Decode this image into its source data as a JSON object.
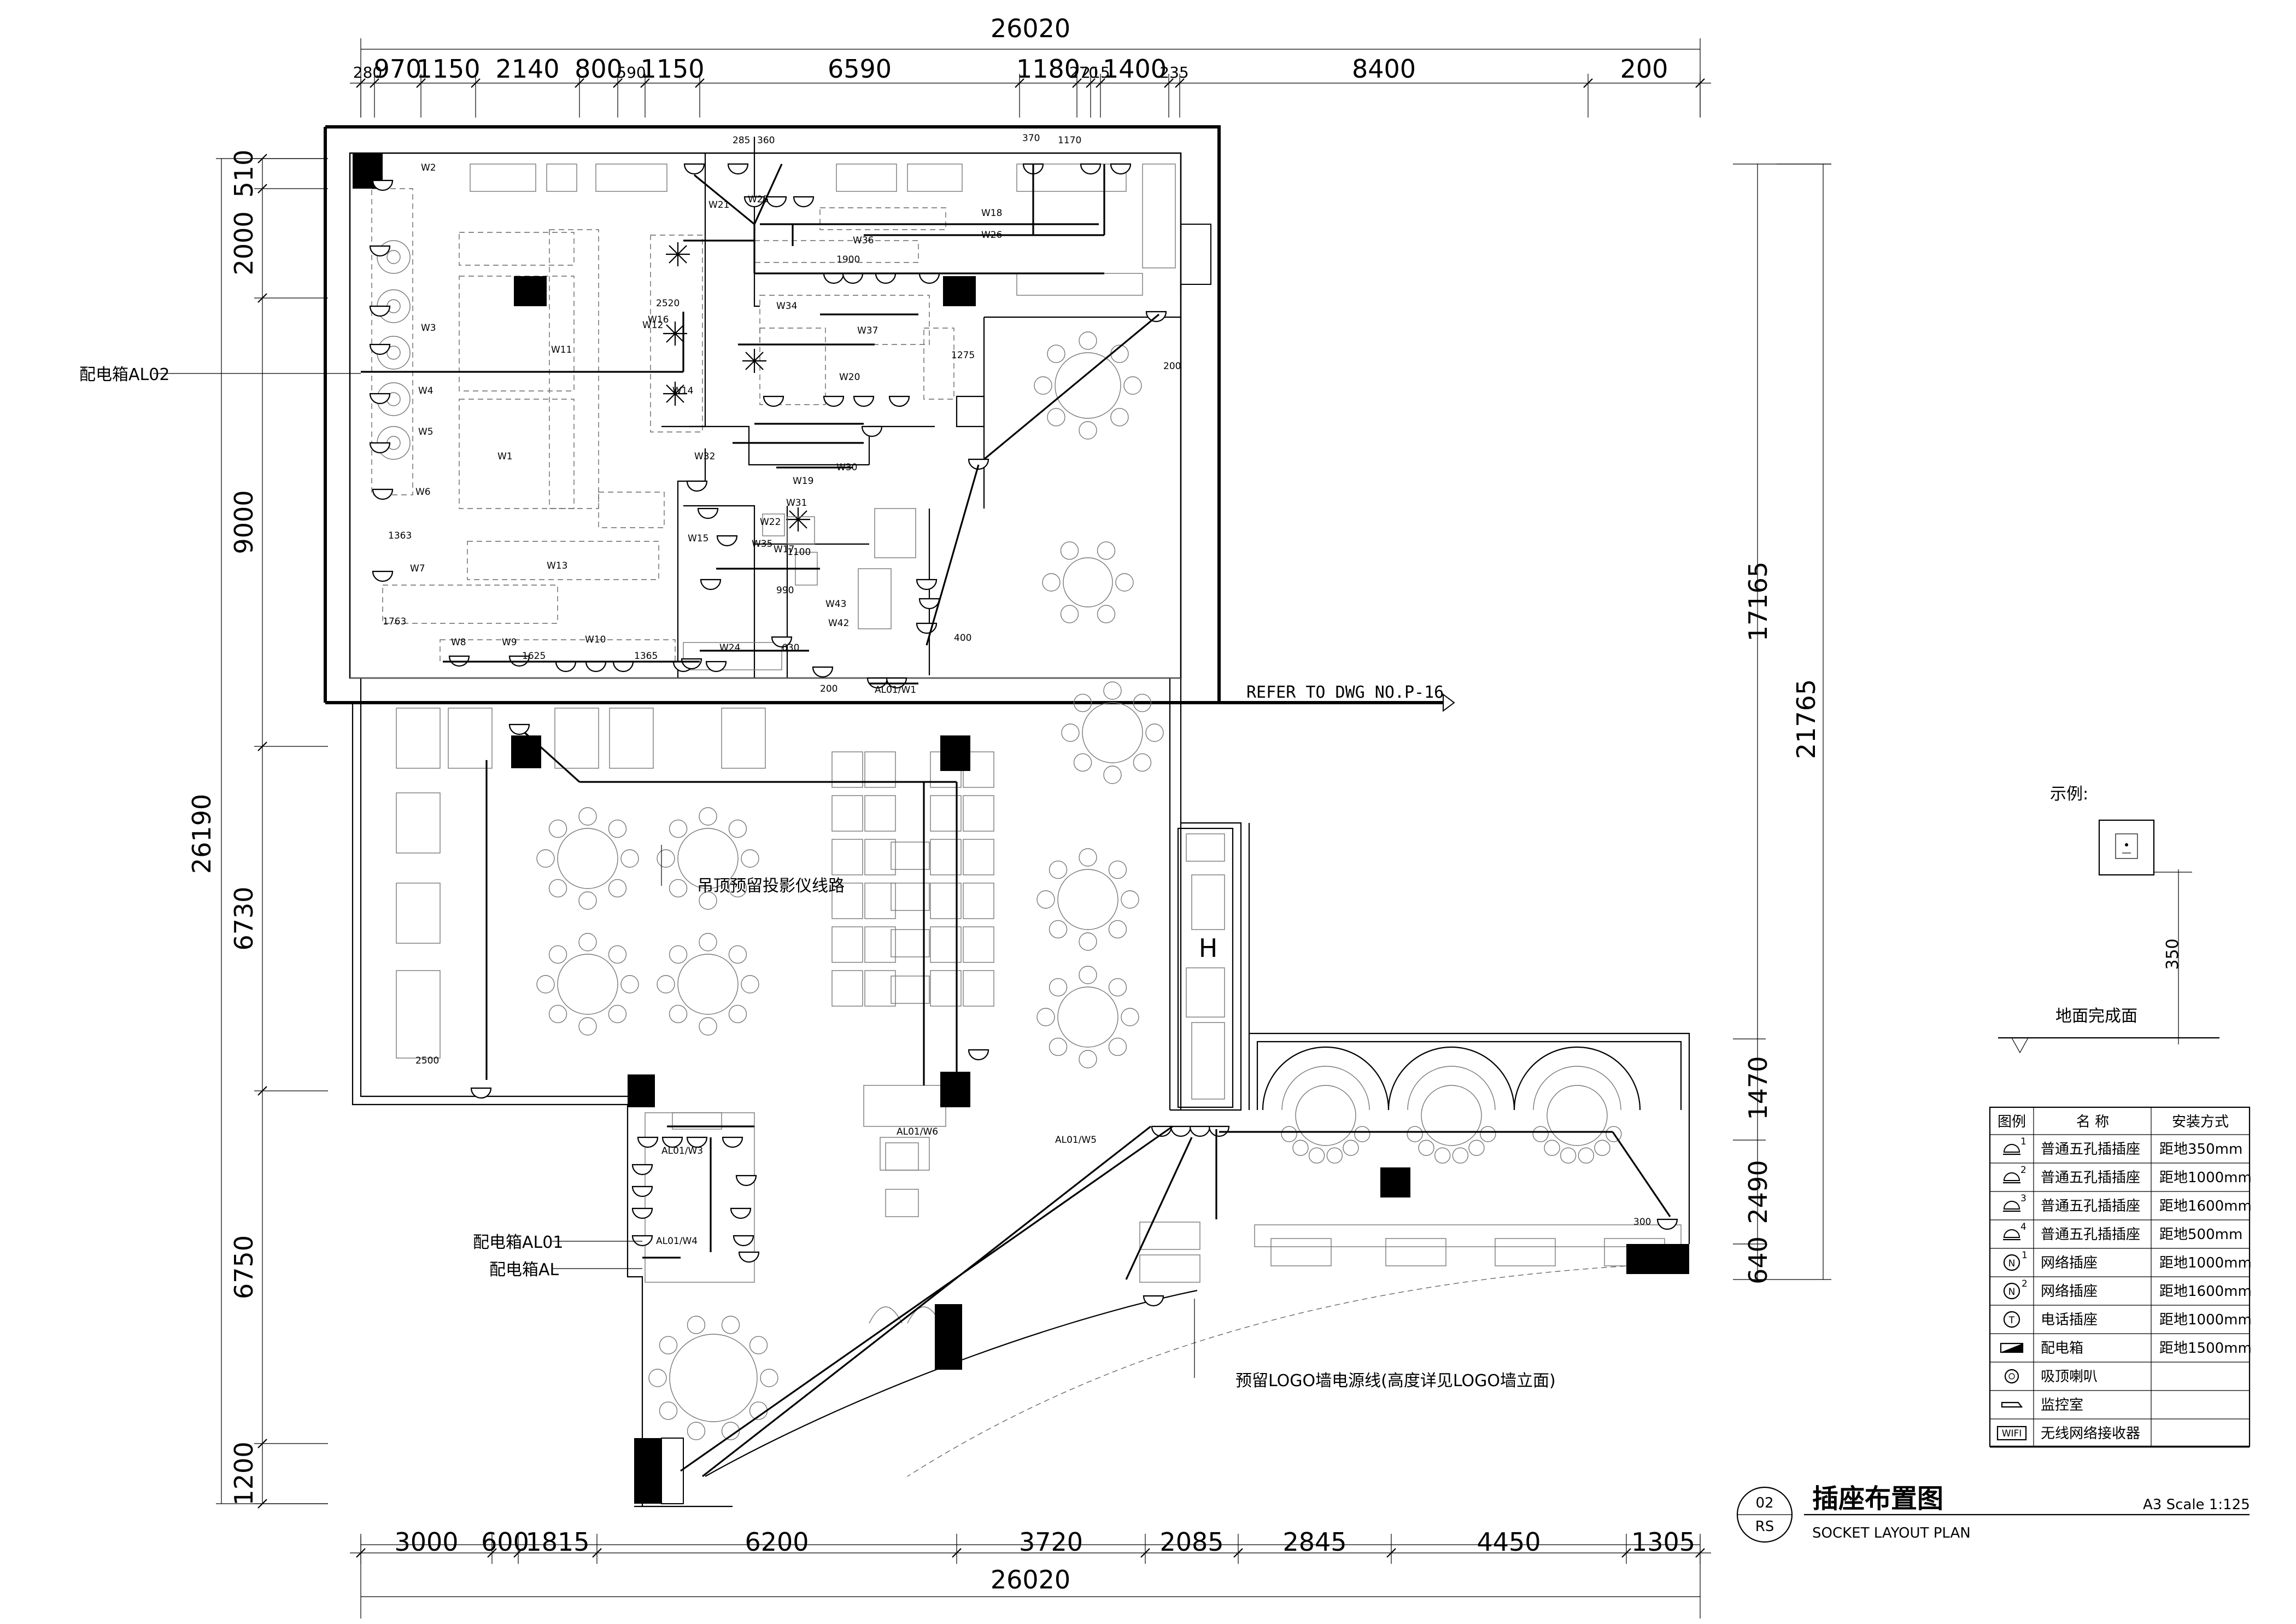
{
  "top_dims": {
    "total": "26020",
    "segments": [
      "280",
      "970",
      "1150",
      "2140",
      "800",
      "590",
      "1150",
      "6590",
      "1180",
      "270",
      "215",
      "1400",
      "235",
      "8400",
      "200"
    ]
  },
  "bottom_dims": {
    "total": "26020",
    "segments": [
      "3000",
      "600",
      "1815",
      "6200",
      "3720",
      "2085",
      "2845",
      "4450",
      "1305"
    ]
  },
  "left_dims": {
    "total": "26190",
    "segments": [
      "510",
      "2000",
      "9000",
      "6730",
      "6750",
      "1200"
    ]
  },
  "right_dims": {
    "outer_total": "21765",
    "upper_total": "17165",
    "segments": [
      "1470",
      "2490",
      "640"
    ]
  },
  "inner_dims": [
    "285",
    "360",
    "370",
    "1170",
    "200",
    "200",
    "300",
    "2520",
    "1900",
    "1625",
    "1365",
    "2500",
    "1363",
    "1763",
    "1275",
    "1100",
    "990",
    "630",
    "400"
  ],
  "wire_labels": [
    "W1",
    "W2",
    "W3",
    "W4",
    "W5",
    "W6",
    "W7",
    "W8",
    "W9",
    "W10",
    "W11",
    "W12",
    "W13",
    "W14",
    "W15",
    "W16",
    "W17",
    "W18",
    "W19",
    "W20",
    "W21",
    "W22",
    "W24",
    "W25",
    "W26",
    "W30",
    "W31",
    "W32",
    "W34",
    "W35",
    "W36",
    "W37",
    "W42",
    "W43"
  ],
  "callouts": {
    "panel_al02": "配电箱AL02",
    "panel_al01": "配电箱AL01",
    "panel_al": "配电箱AL",
    "projector": "吊顶预留投影仪线路",
    "refer": "REFER TO DWG NO.P-16",
    "logo_wall": "预留LOGO墙电源线(高度详见LOGO墙立面)",
    "circuit_al01_w3": "AL01/W3",
    "circuit_al01_w4": "AL01/W4",
    "circuit_al01_w6": "AL01/W6",
    "circuit_al01_w5": "AL01/W5",
    "circuit_al01_w1": "AL01/W1",
    "h_mark": "H"
  },
  "example": {
    "title": "示例:",
    "height": "350",
    "floor": "地面完成面"
  },
  "legend": {
    "headers": [
      "图例",
      "名 称",
      "安装方式"
    ],
    "rows": [
      {
        "symbol": "socket-1",
        "name": "普通五孔插插座",
        "mount": "距地350mm"
      },
      {
        "symbol": "socket-2",
        "name": "普通五孔插插座",
        "mount": "距地1000mm"
      },
      {
        "symbol": "socket-3",
        "name": "普通五孔插插座",
        "mount": "距地1600mm"
      },
      {
        "symbol": "socket-4",
        "name": "普通五孔插插座",
        "mount": "距地500mm"
      },
      {
        "symbol": "network-1",
        "name": "网络插座",
        "mount": "距地1000mm"
      },
      {
        "symbol": "network-2",
        "name": "网络插座",
        "mount": "距地1600mm"
      },
      {
        "symbol": "phone",
        "name": "电话插座",
        "mount": "距地1000mm"
      },
      {
        "symbol": "panel",
        "name": "配电箱",
        "mount": "距地1500mm"
      },
      {
        "symbol": "speaker",
        "name": "吸顶喇叭",
        "mount": ""
      },
      {
        "symbol": "camera",
        "name": "监控室",
        "mount": ""
      },
      {
        "symbol": "wifi",
        "name": "无线网络接收器",
        "mount": ""
      }
    ],
    "wifi_text": "WIFI",
    "n_text": "N",
    "t_text": "T"
  },
  "title_block": {
    "number": "02",
    "code": "RS",
    "title_cn": "插座布置图",
    "title_en": "SOCKET LAYOUT PLAN",
    "scale": "A3 Scale 1:125"
  }
}
